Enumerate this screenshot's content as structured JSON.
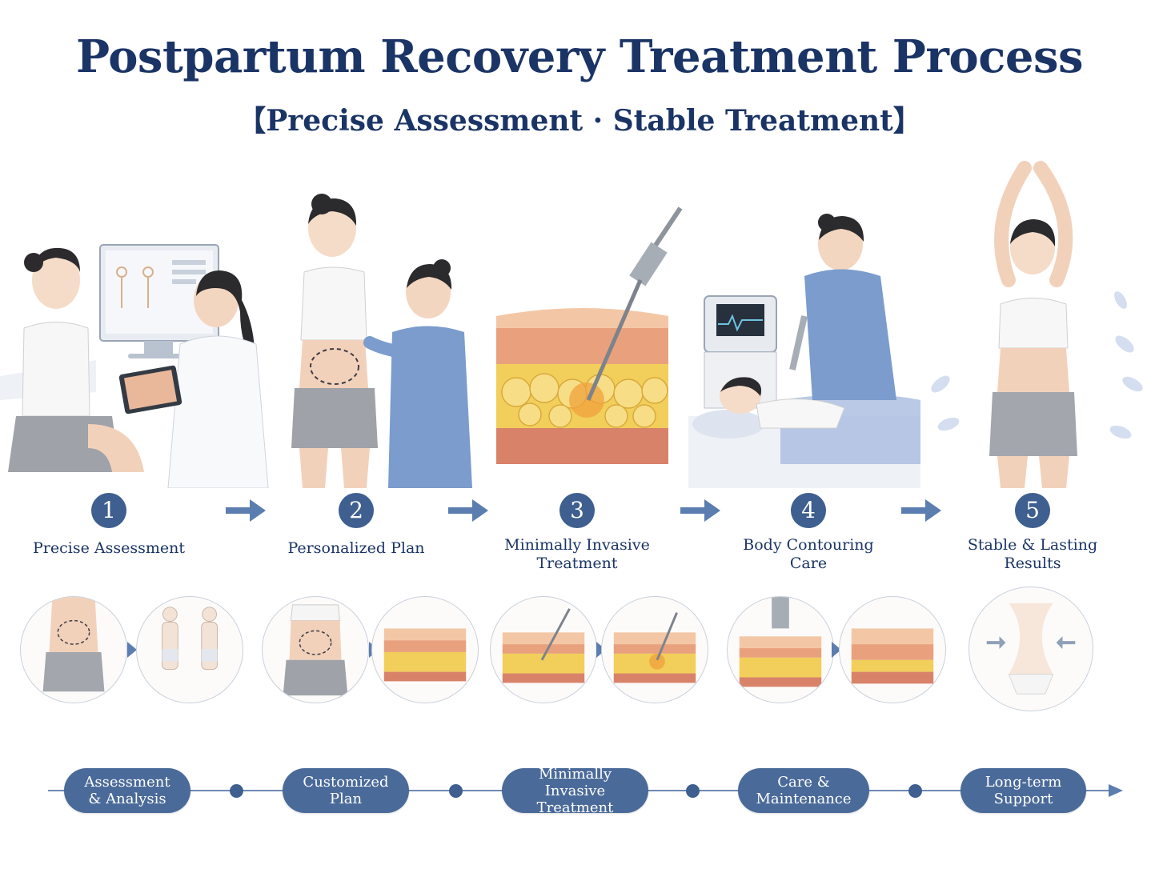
{
  "header": {
    "title": "Postpartum Recovery Treatment Process",
    "subtitle": "【Precise Assessment · Stable Treatment】"
  },
  "steps": [
    {
      "number": "1",
      "label": "Precise Assessment"
    },
    {
      "number": "2",
      "label": "Personalized Plan"
    },
    {
      "number": "3",
      "label": "Minimally Invasive\nTreatment"
    },
    {
      "number": "4",
      "label": "Body Contouring\nCare"
    },
    {
      "number": "5",
      "label": "Stable & Lasting\nResults"
    }
  ],
  "timeline": [
    {
      "label": "Assessment\n& Analysis"
    },
    {
      "label": "Customized\nPlan"
    },
    {
      "label": "Minimally Invasive\nTreatment"
    },
    {
      "label": "Care &\nMaintenance"
    },
    {
      "label": "Long-term\nSupport"
    }
  ],
  "colors": {
    "title": "#1b3466",
    "accent": "#3e5f8f",
    "pill": "#4a6a99",
    "arrow": "#5b7db0",
    "scrubs": "#7b9ccc",
    "fat": "#f1cf5a",
    "skin": "#f3c7a6"
  }
}
